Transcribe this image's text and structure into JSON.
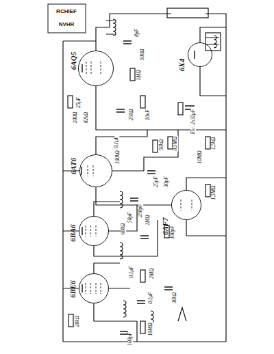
{
  "diagram": {
    "nodes": [
      {
        "text": [
          "6AQ5"
        ]
      },
      {
        "text": [
          "6X4"
        ]
      },
      {
        "text": [
          "6AT6"
        ]
      },
      {
        "text": [
          "6AF7"
        ]
      },
      {
        "text": [
          "6BA6"
        ]
      },
      {
        "text": [
          "6BE6"
        ]
      }
    ],
    "labels": [
      "RCHIEF",
      "NVHR",
      "200Ω",
      "82kΩ",
      "8pF",
      "500Ω",
      "1MΩ",
      "10nF",
      "250Ω",
      "25μF",
      "0,1μF",
      "100kΩ",
      "50kΩ",
      "0,5MΩ",
      "25pF",
      "30pF",
      "Elc. 2x32μF",
      "1,5kΩ",
      "250pF",
      "50pF",
      "1MΩ",
      "10MΩ",
      "1,5MΩ",
      "100pF",
      "0,1μF",
      "2MΩ",
      "30kΩ",
      "20kΩ",
      "0,1μF",
      "100pF",
      "10MΩ",
      "600Ω"
    ]
  }
}
